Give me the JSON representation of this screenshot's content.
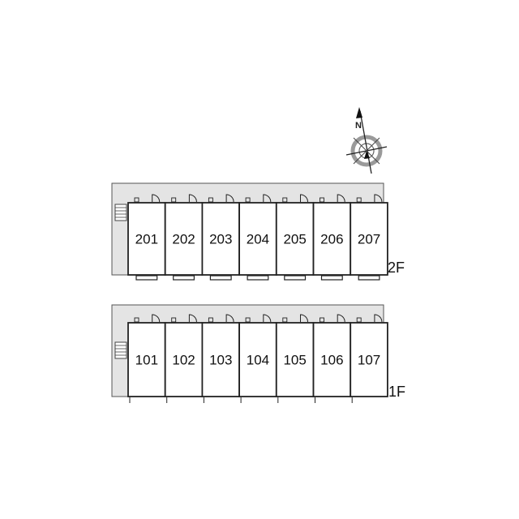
{
  "compass": {
    "north_label": "N",
    "icon": "compass-rose-icon"
  },
  "floors": [
    {
      "label": "2F",
      "units": [
        "201",
        "202",
        "203",
        "204",
        "205",
        "206",
        "207"
      ]
    },
    {
      "label": "1F",
      "units": [
        "101",
        "102",
        "103",
        "104",
        "105",
        "106",
        "107"
      ]
    }
  ],
  "colors": {
    "corridor": "#e4e4e4",
    "outline": "#222222",
    "compass_ring": "#9a9a9a"
  }
}
